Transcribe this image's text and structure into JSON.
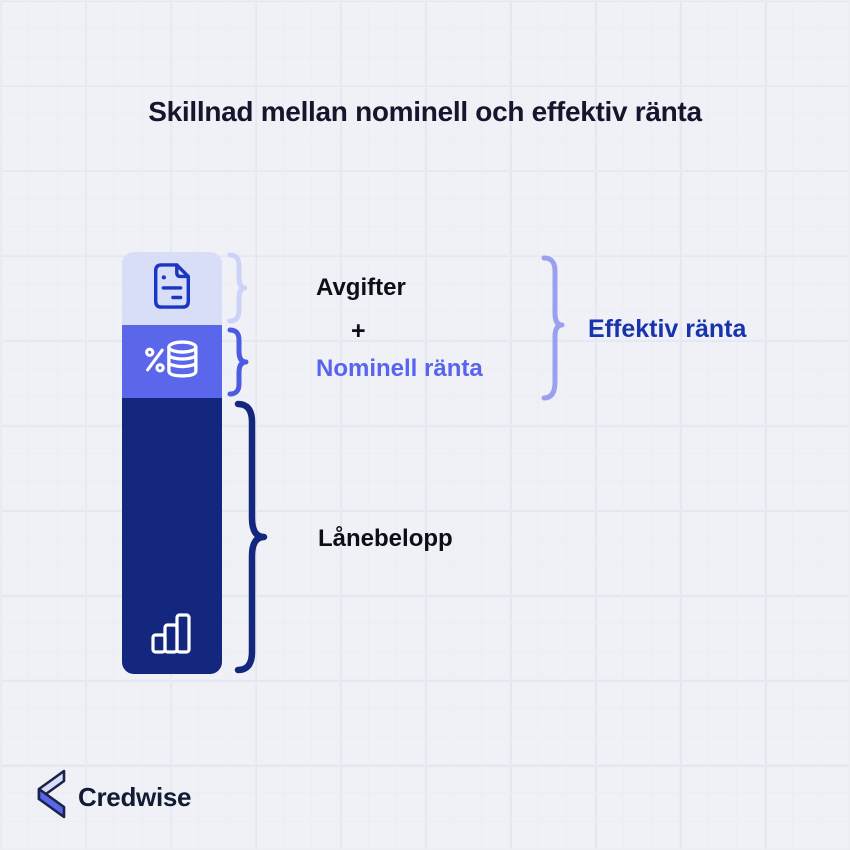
{
  "page": {
    "title": "Skillnad mellan nominell och effektiv ränta"
  },
  "colors": {
    "background": "#eff1f7",
    "grid_line": "#e4e7f0",
    "segment_lavender": "#d8def8",
    "segment_periwinkle": "#5a67ea",
    "segment_navy": "#14277f",
    "brace_light": "#ccd3f6",
    "brace_periwinkle": "#4b5be2",
    "brace_navy": "#14277f",
    "brace_outer_light": "#99a1ef",
    "icon_blue": "#1b36c0",
    "icon_white": "#ffffff",
    "text_black": "#0c0e18",
    "text_blue": "#1733ae",
    "text_periwinkle": "#5863ee",
    "logo_text_color": "#131a33"
  },
  "diagram": {
    "bar_segments": [
      {
        "name": "avgifter-segment",
        "icon": "document-icon",
        "color": "#d8def8"
      },
      {
        "name": "nominell-ranta-segment",
        "icon": "percent-coins-icon",
        "color": "#5a67ea"
      },
      {
        "name": "lanebelopp-segment",
        "icon": "bar-chart-icon",
        "color": "#14277f"
      }
    ],
    "labels": {
      "avgifter": "Avgifter",
      "plus": "+",
      "nominell": "Nominell ränta",
      "effektiv": "Effektiv ränta",
      "lanebelopp": "Lånebelopp"
    }
  },
  "footer": {
    "logo_text": "Credwise"
  }
}
